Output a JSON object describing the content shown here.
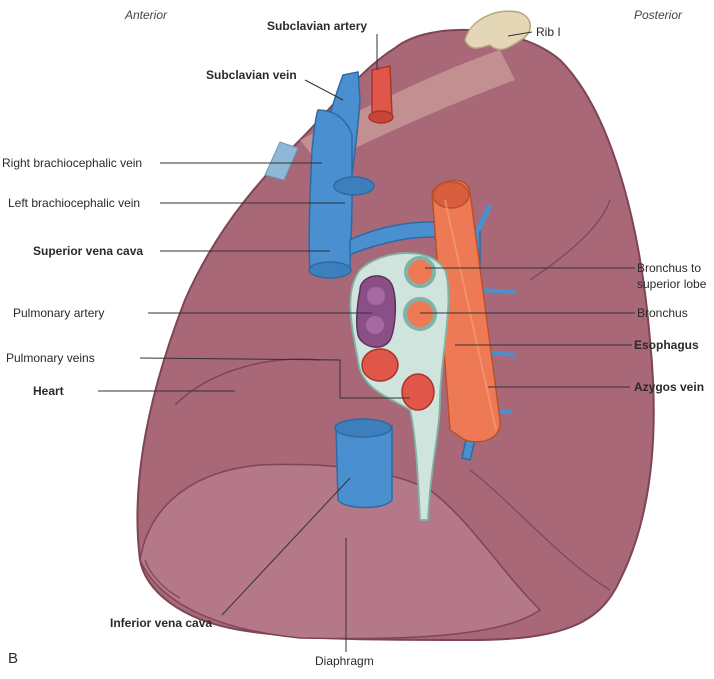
{
  "figure_letter": "B",
  "orientation": {
    "anterior": "Anterior",
    "posterior": "Posterior"
  },
  "labels": {
    "subclavian_artery": "Subclavian artery",
    "rib_i": "Rib I",
    "subclavian_vein": "Subclavian vein",
    "right_brachiocephalic_vein": "Right brachiocephalic vein",
    "left_brachiocephalic_vein": "Left brachiocephalic vein",
    "superior_vena_cava": "Superior vena cava",
    "bronchus_superior_lobe_1": "Bronchus to",
    "bronchus_superior_lobe_2": "superior lobe",
    "pulmonary_artery": "Pulmonary artery",
    "bronchus": "Bronchus",
    "pulmonary_veins": "Pulmonary veins",
    "esophagus": "Esophagus",
    "heart": "Heart",
    "azygos_vein": "Azygos vein",
    "inferior_vena_cava": "Inferior vena cava",
    "diaphragm": "Diaphragm"
  },
  "colors": {
    "lung": "#a86877",
    "lung_dark": "#7e4556",
    "vein": "#4a8fcf",
    "artery": "#e0574a",
    "esophagus": "#ee7a55",
    "pulmonary_artery": "#8a4f86",
    "hilum": "#cfe4dc",
    "rib": "#e4d7b5"
  }
}
